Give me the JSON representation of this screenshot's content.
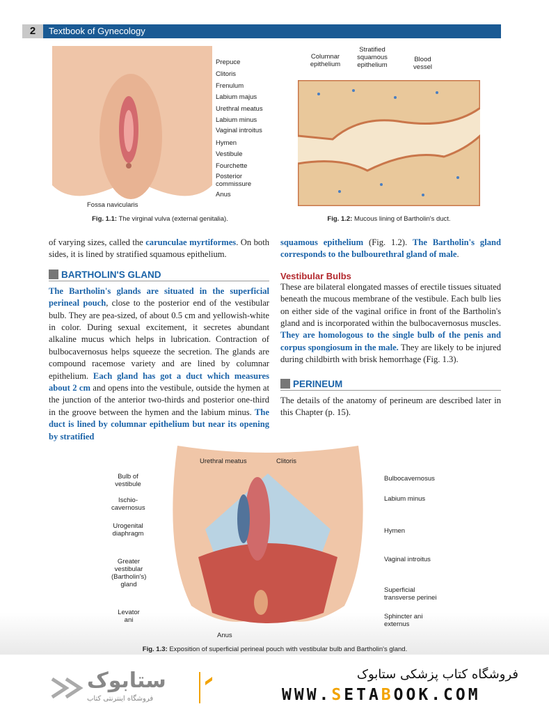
{
  "header": {
    "page_number": "2",
    "title": "Textbook of Gynecology"
  },
  "fig1": {
    "labels": [
      "Prepuce",
      "Clitoris",
      "Frenulum",
      "Labium majus",
      "Urethral meatus",
      "Labium minus",
      "Vaginal introitus",
      "Hymen",
      "Vestibule",
      "Fourchette",
      "Posterior commissure",
      "Anus"
    ],
    "bottom_label": "Fossa navicularis",
    "caption_label": "Fig. 1.1:",
    "caption_text": "The virginal vulva (external genitalia)."
  },
  "fig2": {
    "labels": [
      "Columnar epithelium",
      "Stratified squamous epithelium",
      "Blood vessel"
    ],
    "caption_label": "Fig. 1.2:",
    "caption_text": "Mucous lining of Bartholin's duct."
  },
  "left_col": {
    "p1_a": "of varying sizes, called the ",
    "p1_b": "carunculae myrtiformes",
    "p1_c": ". On both sides, it is lined by stratified squamous epithelium.",
    "h_bartholin": "BARTHOLIN'S GLAND",
    "p2_a": "The Bartholin's glands are situated in the superficial perineal pouch",
    "p2_b": ", close to the posterior end of the vestibular bulb. They are pea-sized, of about 0.5 cm and yellowish-white in color. During sexual excitement, it secretes abundant alkaline mucus which helps in lubrication. Contraction of bulbocavernosus helps squeeze the secretion. The glands are compound racemose variety and are lined by columnar epithelium. ",
    "p2_c": "Each gland has got a duct which measures about 2 cm",
    "p2_d": " and opens into the vestibule, outside the hymen at the junction of the anterior two-thirds and posterior one-third in the groove between the hymen and the labium minus. ",
    "p2_e": "The duct is lined by columnar epithelium but near its opening by stratified"
  },
  "right_col": {
    "p1_a": "squamous epithelium",
    "p1_b": " (Fig. 1.2). ",
    "p1_c": "The Bartholin's gland corresponds to the bulbourethral gland of male",
    "p1_d": ".",
    "h_vestibular": "Vestibular Bulbs",
    "p2_a": "These are bilateral elongated masses of erectile tissues situated beneath the mucous membrane of the vestibule. Each bulb lies on either side of the vaginal orifice in front of the Bartholin's gland and is incorporated within the bulbocavernosus muscles. ",
    "p2_b": "They are homologous to the single bulb of the penis and corpus spongiosum in the male.",
    "p2_c": " They are likely to be injured during childbirth with brisk hemorrhage (Fig. 1.3).",
    "h_perineum": "PERINEUM",
    "p3": "The details of the anatomy of perineum are described later in this Chapter (p. 15)."
  },
  "fig3": {
    "top_labels": [
      "Urethral meatus",
      "Clitoris"
    ],
    "left_labels": [
      "Bulb of vestibule",
      "Ischio-cavernosus",
      "Urogenital diaphragm",
      "Greater vestibular (Bartholin's) gland",
      "Levator ani"
    ],
    "right_labels": [
      "Bulbocavernosus",
      "Labium minus",
      "Hymen",
      "Vaginal introitus",
      "Superficial transverse perinei",
      "Sphincter ani externus"
    ],
    "bottom_label": "Anus",
    "caption_label": "Fig. 1.3:",
    "caption_text": "Exposition of superficial perineal pouch with vestibular bulb and Bartholin's gland."
  },
  "footer": {
    "store_name_fa": "فروشگاه کتاب پزشکی ستابوک",
    "url_a": "WWW.",
    "url_s": "S",
    "url_b": "ETA",
    "url_bb": "B",
    "url_c": "OOK.COM",
    "logo_text": "ستابوک",
    "logo_sub": "فروشگاه اینترنتی کتاب",
    "accent": "#f2a300"
  }
}
